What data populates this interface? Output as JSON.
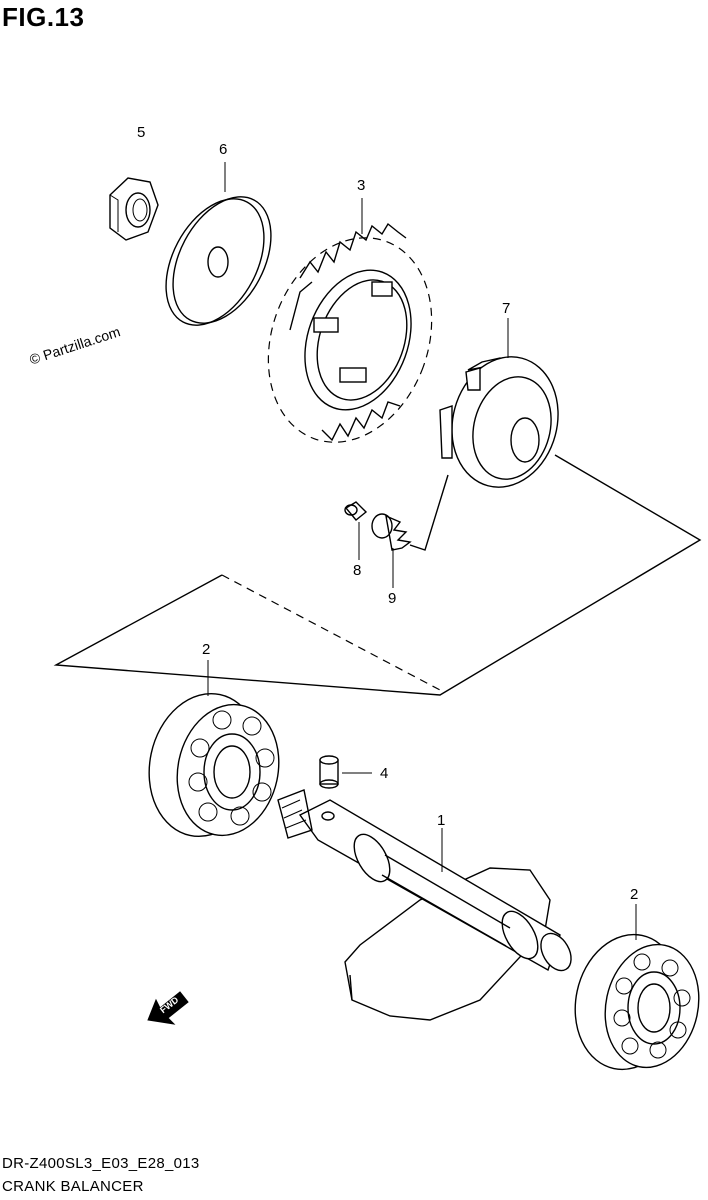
{
  "figure": {
    "title": "FIG.13",
    "copyright": "© Partzilla.com",
    "model_code": "DR-Z400SL3_E03_E28_013",
    "caption": "CRANK BALANCER",
    "direction_label": "FWD"
  },
  "callouts": [
    {
      "id": "c5",
      "label": "5"
    },
    {
      "id": "c6",
      "label": "6"
    },
    {
      "id": "c3",
      "label": "3"
    },
    {
      "id": "c7",
      "label": "7"
    },
    {
      "id": "c8",
      "label": "8"
    },
    {
      "id": "c9",
      "label": "9"
    },
    {
      "id": "c2a",
      "label": "2"
    },
    {
      "id": "c4",
      "label": "4"
    },
    {
      "id": "c1",
      "label": "1"
    },
    {
      "id": "c2b",
      "label": "2"
    }
  ]
}
